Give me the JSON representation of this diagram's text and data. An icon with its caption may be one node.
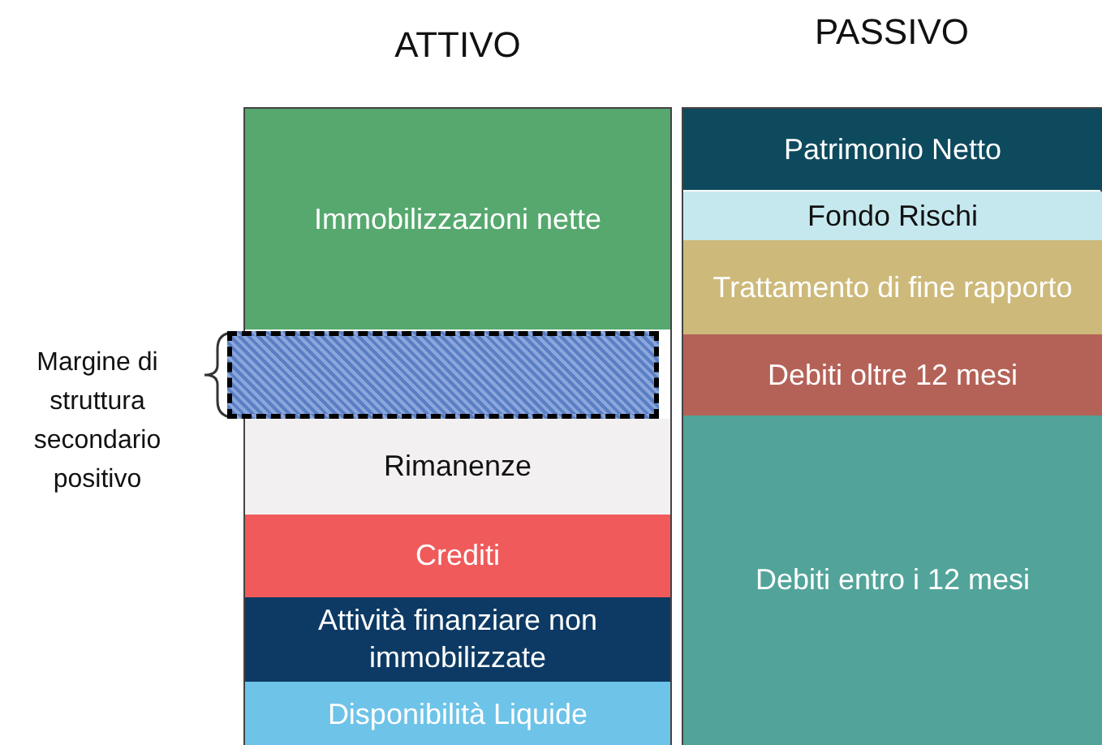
{
  "diagram": {
    "nodes": [
      {
        "text": [
          "ATTIVO"
        ]
      },
      {
        "text": [
          "Immobilizzazioni nette"
        ],
        "in": 0
      },
      {
        "text": [],
        "shape": "box",
        "in": 0,
        "beside": [
          "Margine di struttura secondario positivo"
        ]
      },
      {
        "text": [
          "Rimanenze"
        ],
        "in": 0
      },
      {
        "text": [
          "Crediti"
        ],
        "in": 0
      },
      {
        "text": [
          "Attività finanziare non immobilizzate"
        ],
        "in": 0
      },
      {
        "text": [
          "Disponibilità Liquide"
        ],
        "in": 0
      },
      {
        "text": [
          "PASSIVO"
        ]
      },
      {
        "text": [
          "Patrimonio Netto"
        ],
        "in": 7
      },
      {
        "text": [
          "Fondo Rischi"
        ],
        "in": 7
      },
      {
        "text": [
          "Trattamento di fine rapporto"
        ],
        "in": 7
      },
      {
        "text": [
          "Debiti oltre 12 mesi"
        ],
        "in": 7
      },
      {
        "text": [
          "Debiti entro i 12 mesi"
        ],
        "in": 7
      }
    ]
  }
}
